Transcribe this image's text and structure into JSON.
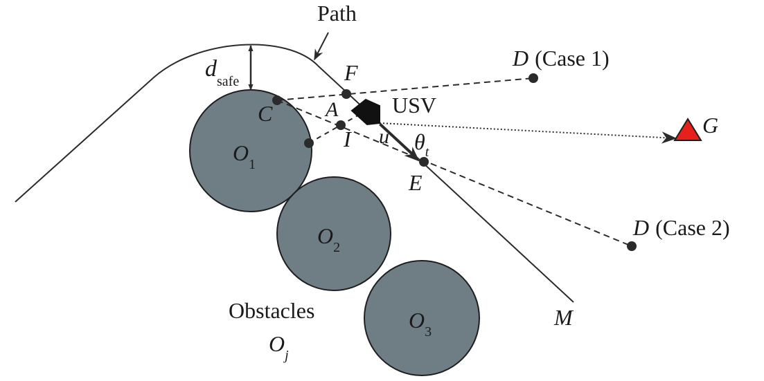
{
  "labels": {
    "path": "Path",
    "d_main": "d",
    "d_sub": "safe",
    "F": "F",
    "C": "C",
    "A": "A",
    "I": "I",
    "u": "u",
    "theta_main": "θ",
    "theta_sub": "t",
    "E": "E",
    "usv": "USV",
    "D_case1": "D",
    "case1": "(Case 1)",
    "D_case2": "D",
    "case2": "(Case 2)",
    "G": "G",
    "M": "M",
    "obstacles": "Obstacles",
    "Oj_main": "O",
    "Oj_sub": "j",
    "O1_main": "O",
    "O1_sub": "1",
    "O2_main": "O",
    "O2_sub": "2",
    "O3_main": "O",
    "O3_sub": "3"
  },
  "colors": {
    "obstacle_fill": "#6f7e85",
    "line": "#2b2b2b",
    "goal": "#e8201b",
    "usv": "#111111"
  }
}
